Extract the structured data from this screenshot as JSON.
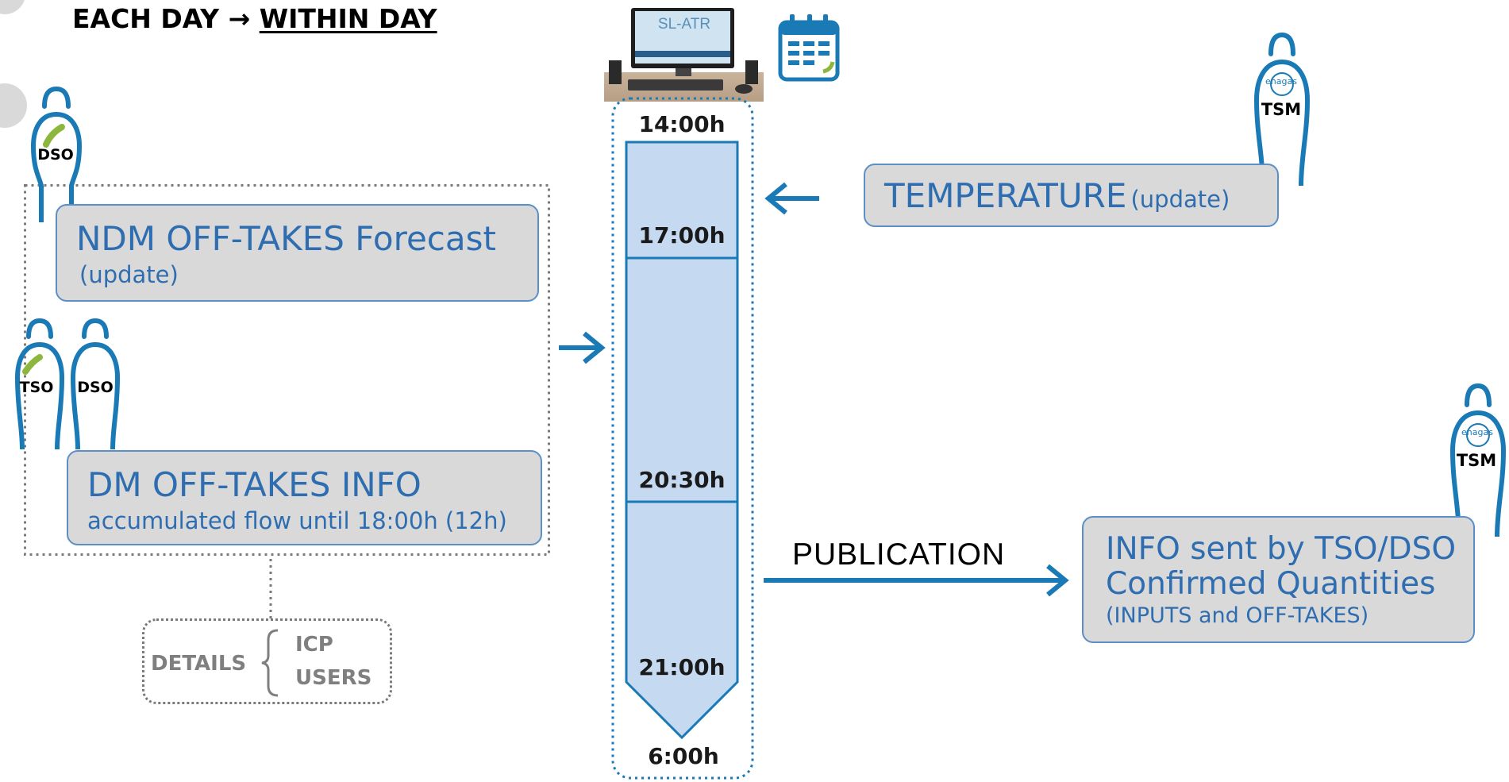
{
  "title": {
    "prefix": "EACH DAY →",
    "underlined": "WITHIN DAY"
  },
  "system": {
    "screen_label": "SL-ATR"
  },
  "actors": {
    "dso_left": "DSO",
    "tso_mid": "TSO",
    "dso_mid": "DSO",
    "tsm_top": "TSM",
    "tsm_bottom": "TSM",
    "logo_text": "enagas"
  },
  "cards": {
    "ndm": {
      "main": "NDM OFF-TAKES Forecast",
      "sub": "(update)"
    },
    "dm": {
      "main": "DM OFF-TAKES INFO",
      "sub": "accumulated flow until 18:00h (12h)"
    },
    "temperature": {
      "main": "TEMPERATURE",
      "sub": "(update)"
    },
    "info": {
      "line1": "INFO sent by TSO/DSO",
      "line2": "Confirmed Quantities",
      "sub": "(INPUTS and OFF-TAKES)"
    }
  },
  "timeline": {
    "start": "14:00h",
    "t1": "17:00h",
    "t2": "20:30h",
    "t3": "21:00h",
    "end": "6:00h"
  },
  "publication": "PUBLICATION",
  "details": {
    "label": "DETAILS",
    "items": [
      "ICP",
      "USERS"
    ]
  },
  "colors": {
    "blue": "#1a7ab5",
    "card_fill": "#d9d9d9",
    "card_text": "#2e6db0",
    "timeline_fill": "#c5d9f1",
    "green": "#8cb63c"
  }
}
